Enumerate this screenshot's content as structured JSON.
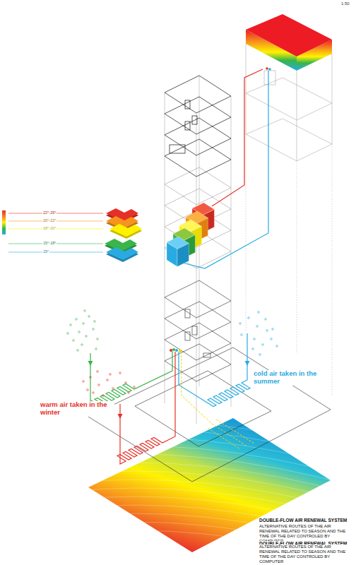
{
  "diagram": {
    "labels": [
      "1:50",
      "cold air taken in the summer",
      "warm air taken in the winter",
      "DOUBLE-FLOW AIR RENEWAL SYSTEM",
      "ALTERNATIVE ROUTES OF THE AIR RENEWAL RELATED TO SEASON AND THE TIME OF THE DAY CONTROLED BY COMPUTER",
      "DOUBLE-FLOW AIR RENEWAL SYSTEM",
      "ALTERNATIVE ROUTES OF THE AIR RENEWAL RELATED TO SEASON AND THE TIME OF THE DAY CONTROLED BY COMPUTER"
    ],
    "legend": [
      {
        "text": "22°-25°",
        "color": "#e63027"
      },
      {
        "text": "20°-22°",
        "color": "#f7941d"
      },
      {
        "text": "18°-20°",
        "color": "#fff200"
      },
      {
        "text": "15°-18°",
        "color": "#39b54a"
      },
      {
        "text": "15°",
        "color": "#29abe2"
      }
    ]
  }
}
